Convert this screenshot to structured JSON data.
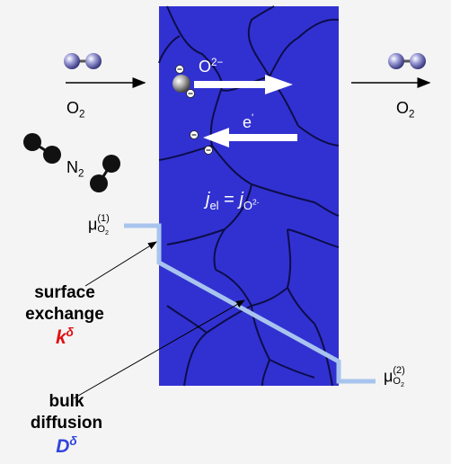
{
  "molecules": {
    "o2_left": "O",
    "o2_left_sub": "2",
    "o2_right": "O",
    "o2_right_sub": "2",
    "n2": "N",
    "n2_sub": "2"
  },
  "membrane": {
    "ion_label": "O",
    "ion_charge": "2−",
    "electron_label": "e",
    "electron_mark": "'",
    "equation_j1": "j",
    "equation_sub1": "el",
    "equation_eq": " = ",
    "equation_j2": "j",
    "equation_sub2": "O",
    "equation_sub2_charge": "2-"
  },
  "potentials": {
    "mu": "μ",
    "left_sub": "O",
    "left_sub2": "2",
    "left_sup": "(1)",
    "right_sub": "O",
    "right_sub2": "2",
    "right_sup": "(2)"
  },
  "labels": {
    "surface_line1": "surface",
    "surface_line2": "exchange",
    "surface_symbol": "k",
    "surface_symbol_sup": "δ",
    "bulk_line1": "bulk",
    "bulk_line2": "diffusion",
    "bulk_symbol": "D",
    "bulk_symbol_sup": "δ"
  },
  "colors": {
    "background": "#f4f4f4",
    "membrane": "#3131d1",
    "grain_boundary": "#0d0d4a",
    "potential_line": "#a8c4ee",
    "surface_symbol": "#e01010",
    "bulk_symbol": "#3344dd",
    "molecule_gray": "#8a8ac8",
    "molecule_black": "#111111"
  }
}
